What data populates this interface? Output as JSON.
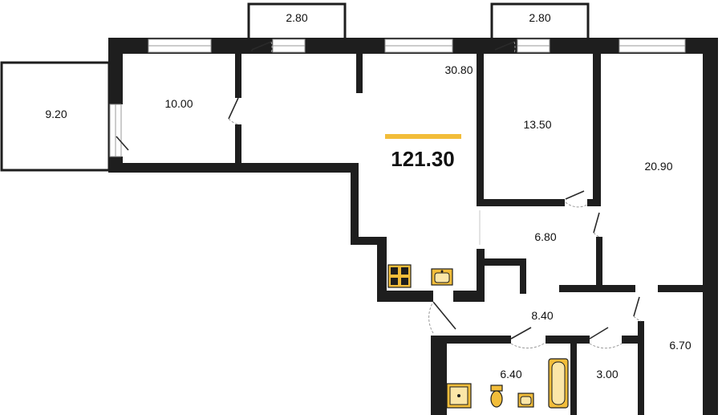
{
  "total_area": "121.30",
  "accent_color": "#f2bd3a",
  "rooms": {
    "balcony_left": "2.80",
    "balcony_right": "2.80",
    "loggia": "9.20",
    "bedroom_left": "10.00",
    "living_kitchen": "30.80",
    "bedroom_middle": "13.50",
    "bedroom_right": "20.90",
    "hall_upper": "6.80",
    "hall_lower": "8.40",
    "bathroom": "6.40",
    "wc": "3.00",
    "storage": "6.70"
  }
}
